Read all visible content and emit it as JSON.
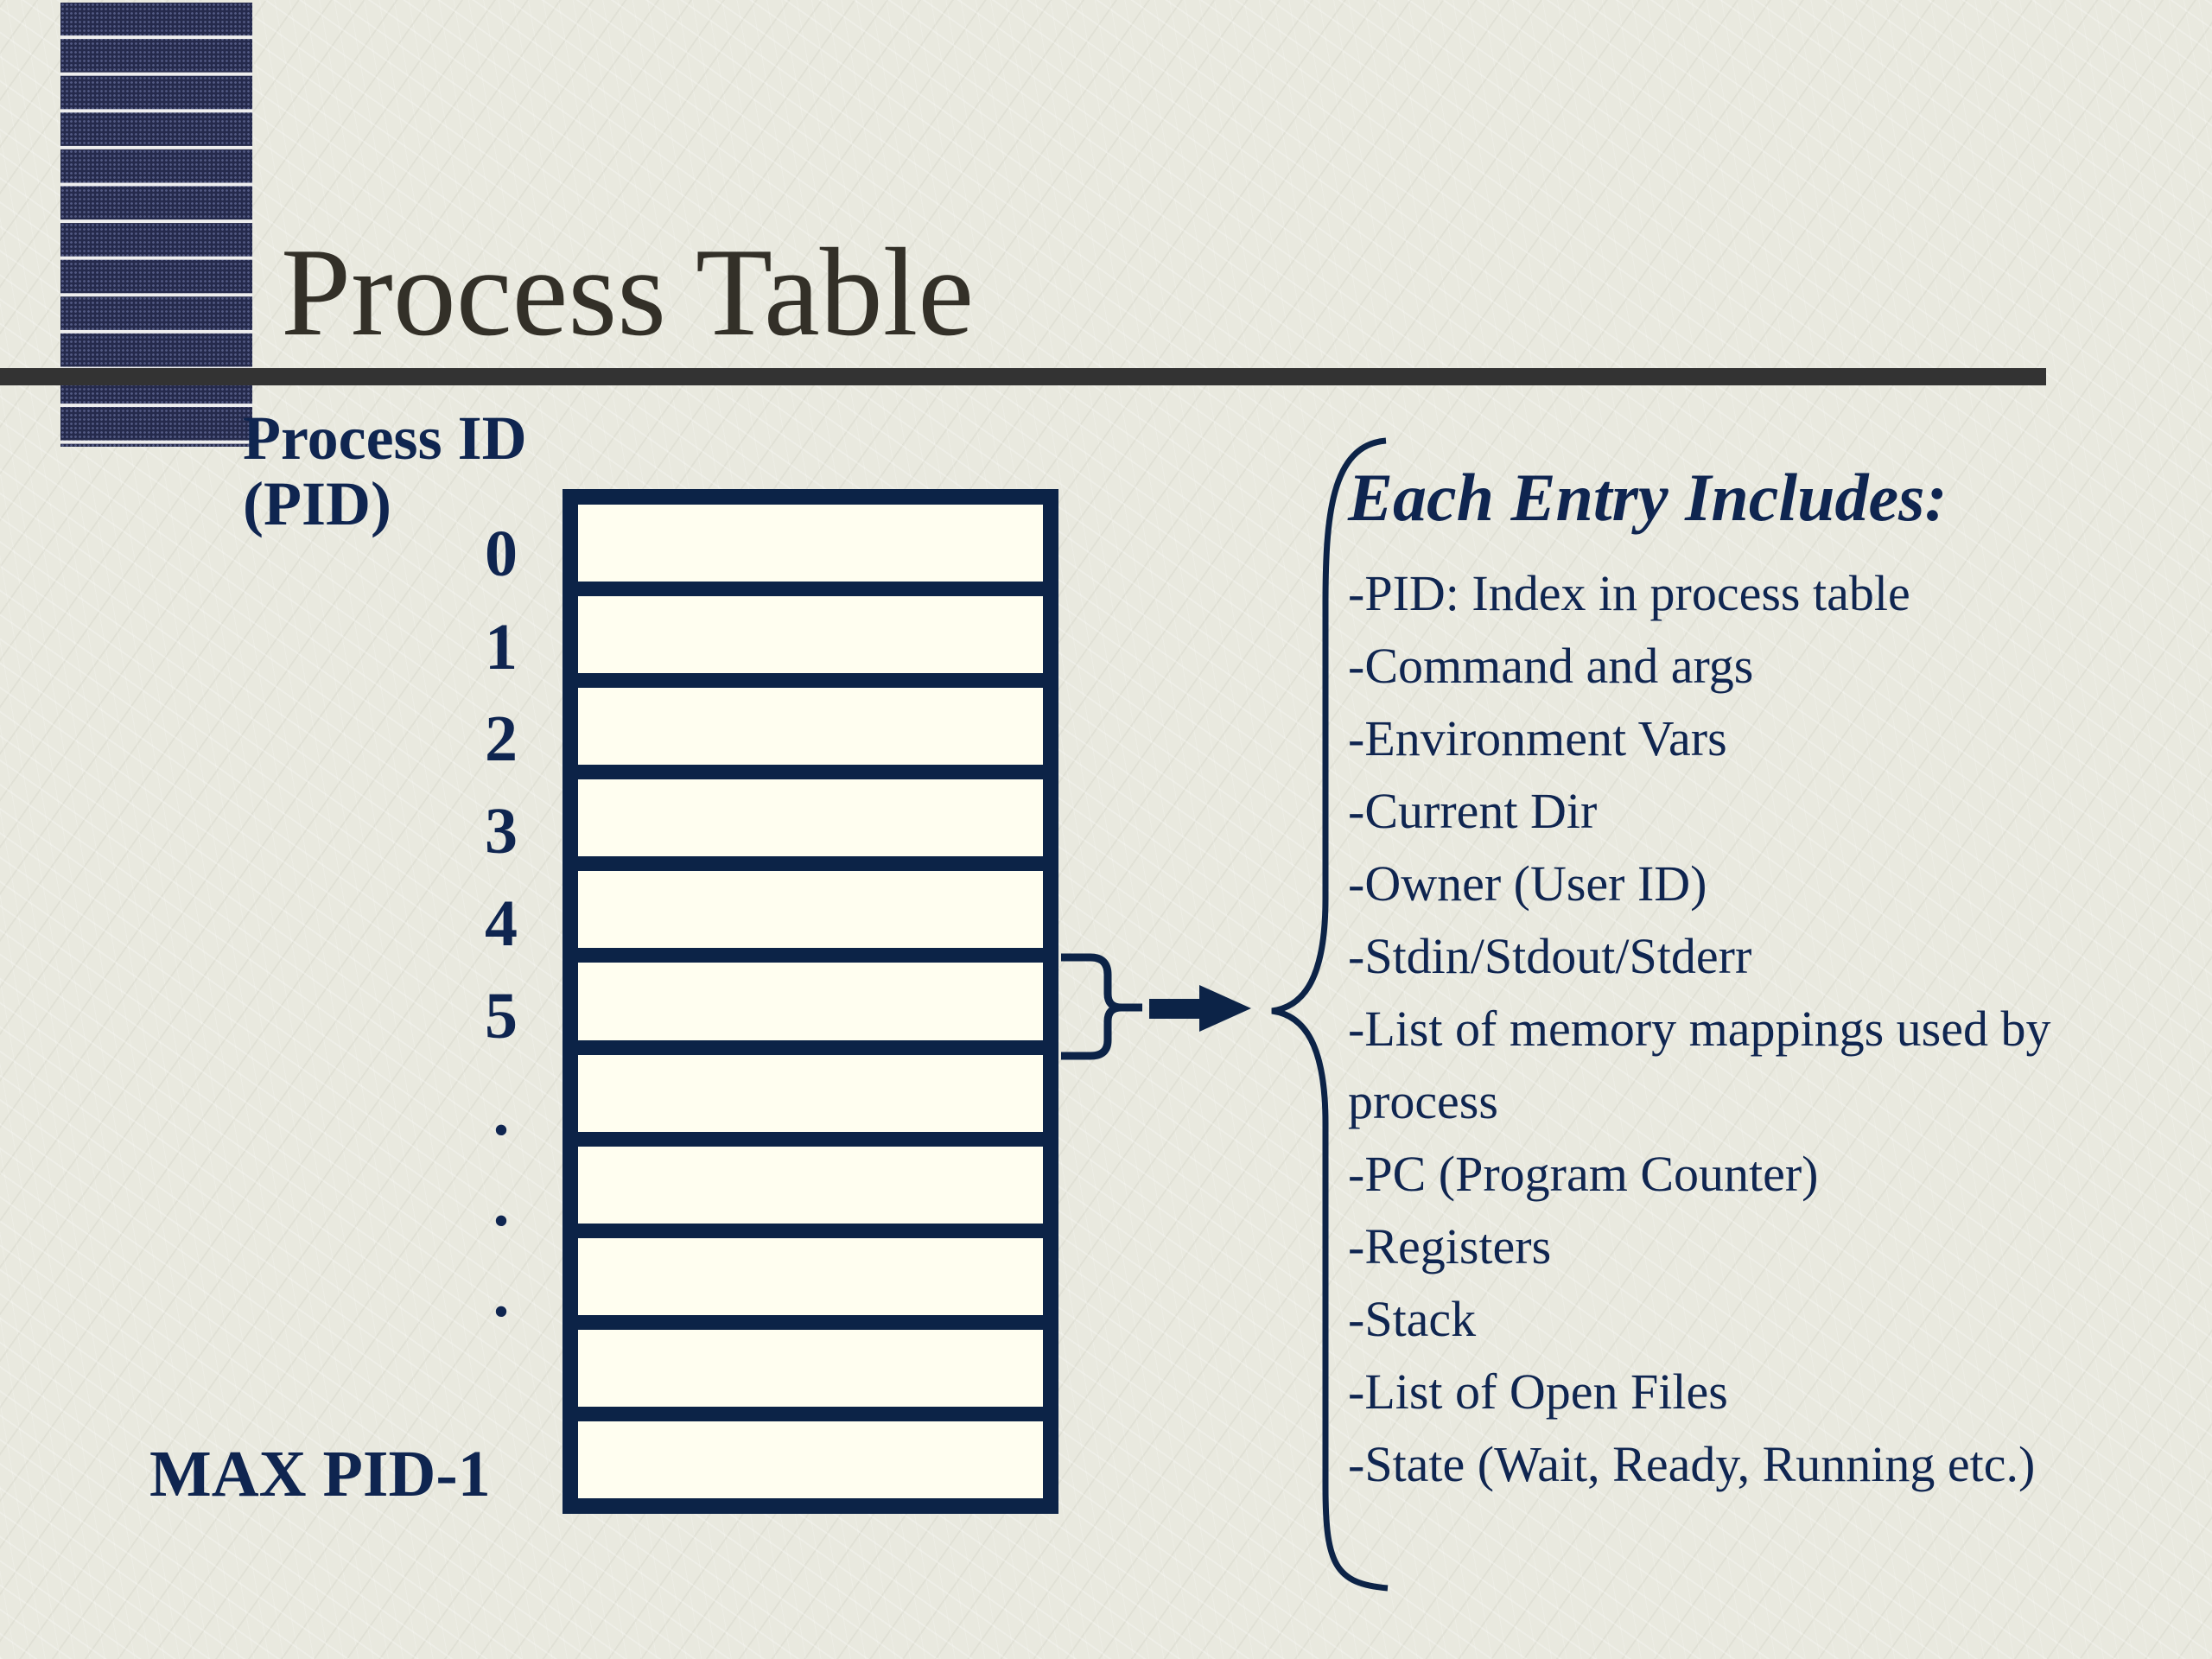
{
  "slide": {
    "title": "Process Table",
    "pid_heading": "Process ID\n(PID)",
    "indices": [
      "0",
      "1",
      "2",
      "3",
      "4",
      "5",
      ".",
      ".",
      "."
    ],
    "max_label": "MAX PID-1",
    "table_slot_count": 11,
    "highlighted_slot_index": 5,
    "entry_heading": "Each Entry Includes:",
    "entry_fields": [
      "-PID: Index in process table",
      "-Command and args",
      "-Environment Vars",
      "-Current Dir",
      "-Owner (User ID)",
      "-Stdin/Stdout/Stderr",
      "-List of memory mappings used by process",
      "-PC (Program Counter)",
      "-Registers",
      "-Stack",
      "-List of Open Files",
      "-State (Wait, Ready, Running etc.)"
    ]
  },
  "colors": {
    "primary_text": "#0f2550",
    "table_frame": "#0c2347",
    "table_slot": "#fffef0",
    "title_text": "#333028",
    "rule": "#333333",
    "accent_block": "#252a4c"
  }
}
